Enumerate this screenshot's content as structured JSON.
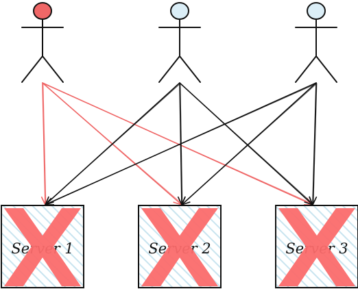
{
  "colors": {
    "failing_user": "#f06767",
    "healthy_user": "#dbeef7",
    "stroke": "#111111",
    "failing_arrow": "#ef6464",
    "ok_arrow": "#111111",
    "server_hatch": "#c8e4ef",
    "cross": "#fb6b6b"
  },
  "users": [
    {
      "id": "user-1",
      "status": "failing"
    },
    {
      "id": "user-2",
      "status": "healthy"
    },
    {
      "id": "user-3",
      "status": "healthy"
    }
  ],
  "servers": [
    {
      "id": "server-1",
      "label": "Server 1",
      "crossed_out": true
    },
    {
      "id": "server-2",
      "label": "Server 2",
      "crossed_out": true
    },
    {
      "id": "server-3",
      "label": "Server 3",
      "crossed_out": true
    }
  ],
  "connections": [
    {
      "from": 0,
      "to": 0,
      "kind": "failing"
    },
    {
      "from": 0,
      "to": 1,
      "kind": "failing"
    },
    {
      "from": 0,
      "to": 2,
      "kind": "failing"
    },
    {
      "from": 1,
      "to": 0,
      "kind": "ok"
    },
    {
      "from": 1,
      "to": 1,
      "kind": "ok"
    },
    {
      "from": 1,
      "to": 2,
      "kind": "ok"
    },
    {
      "from": 2,
      "to": 0,
      "kind": "ok"
    },
    {
      "from": 2,
      "to": 1,
      "kind": "ok"
    },
    {
      "from": 2,
      "to": 2,
      "kind": "ok"
    }
  ]
}
